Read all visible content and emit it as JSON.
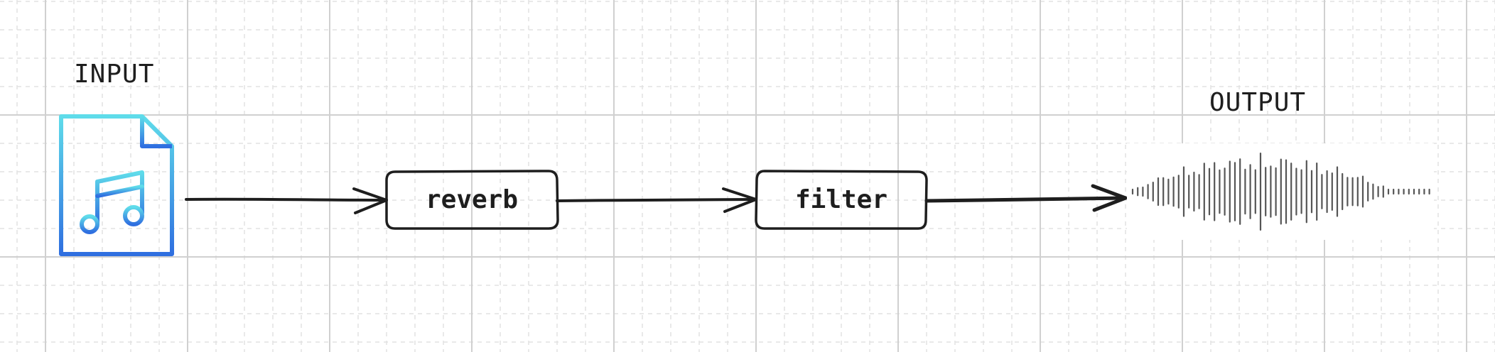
{
  "diagram": {
    "input_label": "INPUT",
    "output_label": "OUTPUT",
    "nodes": [
      {
        "id": "reverb",
        "label": "reverb"
      },
      {
        "id": "filter",
        "label": "filter"
      }
    ],
    "icons": {
      "input": "music-file-icon",
      "output": "audio-waveform-icon"
    },
    "colors": {
      "stroke": "#1e1e1e",
      "grid_major": "#d0d0d0",
      "grid_minor": "#e2e2e2",
      "file_gradient_top": "#5fdcea",
      "file_gradient_bottom": "#2f6fe0",
      "waveform": "#555555"
    }
  }
}
